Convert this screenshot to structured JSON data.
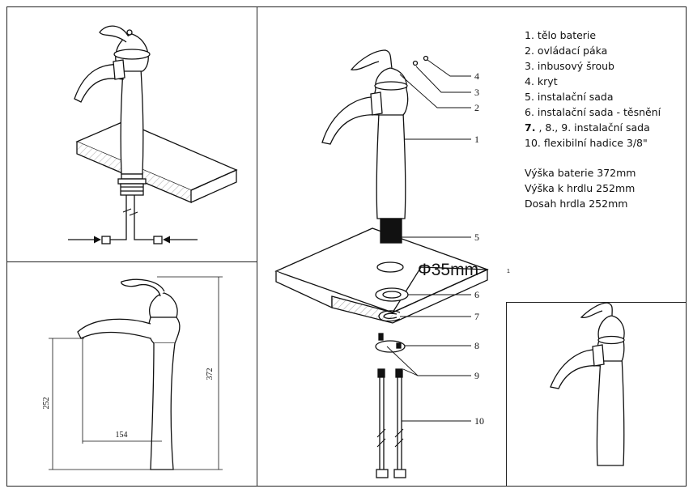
{
  "parts": [
    {
      "num": "1.",
      "text": "tělo baterie"
    },
    {
      "num": "2.",
      "text": "ovládací páka"
    },
    {
      "num": "3.",
      "text": "inbusový šroub"
    },
    {
      "num": "4.",
      "text": "kryt"
    },
    {
      "num": "5.",
      "text": "instalační sada"
    },
    {
      "num": "6.",
      "text": "instalační sada - těsnění"
    },
    {
      "num": "7.",
      "text": ", 8., 9. instalační sada"
    },
    {
      "num": "10.",
      "text": "flexibilní hadice 3/8\""
    }
  ],
  "specs": [
    "Výška baterie 372mm",
    "Výška k hrdlu 252mm",
    "Dosah hrdla 252mm"
  ],
  "diameter_label": "Φ35mm",
  "tiny_mark": "1",
  "callouts": [
    "4",
    "3",
    "2",
    "1",
    "5",
    "6",
    "7",
    "8",
    "9",
    "10"
  ],
  "dimensions": {
    "height_total": "372",
    "height_spout": "252",
    "reach": "154"
  }
}
